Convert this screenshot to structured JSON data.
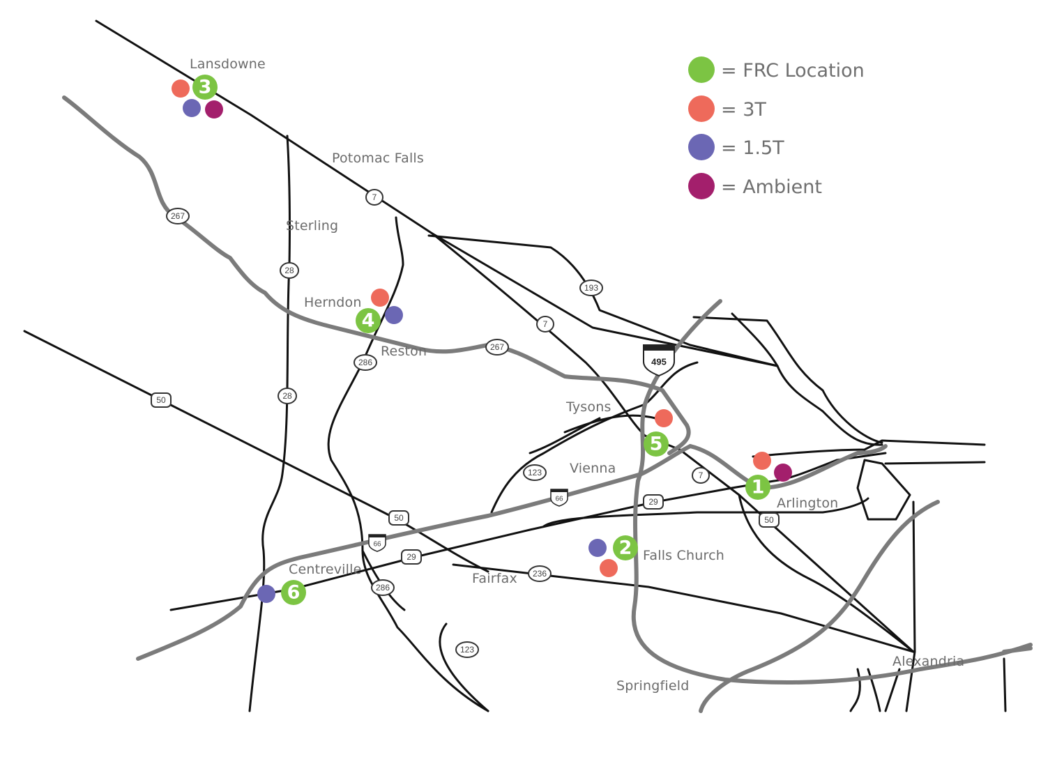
{
  "colors": {
    "frc": "#7cc443",
    "t3": "#ee6a5b",
    "t15": "#6b67b4",
    "ambient": "#a31f6c",
    "road_black": "#111111",
    "road_gray": "#7b7b7b"
  },
  "legend": [
    {
      "key": "frc",
      "label": "= FRC Location"
    },
    {
      "key": "t3",
      "label": "= 3T"
    },
    {
      "key": "t15",
      "label": "= 1.5T"
    },
    {
      "key": "ambient",
      "label": "= Ambient"
    }
  ],
  "places": {
    "lansdowne": "Lansdowne",
    "potomac_falls": "Potomac Falls",
    "sterling": "Sterling",
    "herndon": "Herndon",
    "reston": "Reston",
    "tysons": "Tysons",
    "vienna": "Vienna",
    "arlington": "Arlington",
    "falls_church": "Falls Church",
    "fairfax": "Fairfax",
    "centreville": "Centreville",
    "springfield": "Springfield",
    "alexandria": "Alexandria"
  },
  "route_shields": {
    "r267a": "267",
    "r267b": "267",
    "r7a": "7",
    "r7b": "7",
    "r7c": "7",
    "r28a": "28",
    "r28b": "28",
    "r193": "193",
    "r286a": "286",
    "r286b": "286",
    "r50a": "50",
    "r50b": "50",
    "r50c": "50",
    "r123a": "123",
    "r123b": "123",
    "r29a": "29",
    "r29b": "29",
    "r236": "236",
    "i495": "495",
    "i66a": "66",
    "i66b": "66"
  },
  "locations": [
    {
      "number": "1",
      "name": "Arlington",
      "scanners": [
        "3T",
        "Ambient"
      ]
    },
    {
      "number": "2",
      "name": "Falls Church",
      "scanners": [
        "1.5T",
        "3T"
      ]
    },
    {
      "number": "3",
      "name": "Lansdowne",
      "scanners": [
        "3T",
        "1.5T",
        "Ambient"
      ]
    },
    {
      "number": "4",
      "name": "Herndon",
      "scanners": [
        "3T",
        "1.5T"
      ]
    },
    {
      "number": "5",
      "name": "Tysons",
      "scanners": [
        "3T"
      ]
    },
    {
      "number": "6",
      "name": "Centreville",
      "scanners": [
        "1.5T"
      ]
    }
  ]
}
